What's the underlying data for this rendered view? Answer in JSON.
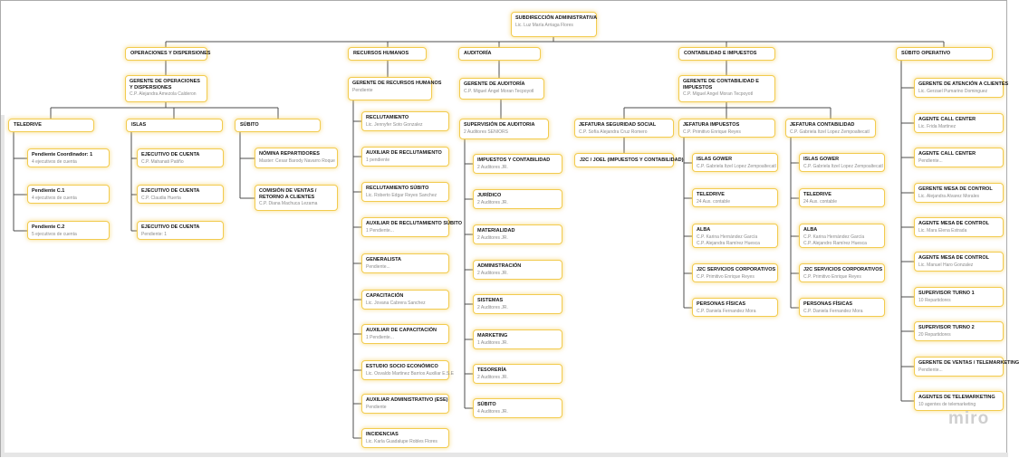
{
  "board": {
    "watermark": "miro"
  },
  "colors": {
    "node_border": "#f2cb4e",
    "node_glow": "rgba(245,210,100,0.55)",
    "connector": "#4c4c4c",
    "watermark": "#cfcfcf",
    "canvas_bg": "#ffffff"
  },
  "nodes": [
    {
      "id": "root",
      "title": "SUBDIRECCIÓN ADMINISTRATIVA",
      "subtitle": "Lic. Luz María Arriaga Flores"
    },
    {
      "id": "h-operaciones",
      "title": "OPERACIONES Y DISPERSIONES"
    },
    {
      "id": "ger-operaciones",
      "title": "GERENTE DE OPERACIONES Y DISPERSIONES",
      "subtitle": "C.P. Alejandra Amezola Calderon"
    },
    {
      "id": "h-teledrive",
      "title": "TELEDRIVE"
    },
    {
      "id": "teledrive-pendiente-coordinador",
      "title": "Pendiente Coordinador: 1",
      "subtitle": "4 ejecutivos de cuenta"
    },
    {
      "id": "teledrive-pendiente-c1",
      "title": "Pendiente C.1",
      "subtitle": "4 ejecutivos de cuenta"
    },
    {
      "id": "teledrive-pendiente-c2",
      "title": "Pendiente C.2",
      "subtitle": "5 ejecutivos de cuenta"
    },
    {
      "id": "h-islas",
      "title": "ISLAS"
    },
    {
      "id": "islas-ejecutivo-1",
      "title": "EJECUTIVO DE CUENTA",
      "subtitle": "C.P. Mahanati Patiño"
    },
    {
      "id": "islas-ejecutivo-2",
      "title": "EJECUTIVO DE CUENTA",
      "subtitle": "C.P. Claudia Huerta"
    },
    {
      "id": "islas-ejecutivo-3",
      "title": "EJECUTIVO DE CUENTA",
      "subtitle": "Pendiente: 1"
    },
    {
      "id": "h-subito",
      "title": "SÚBITO"
    },
    {
      "id": "subito-nomina",
      "title": "NÓMINA REPARTIDORES",
      "subtitle": "Master: Cesar Barody Navarro Roque"
    },
    {
      "id": "subito-comision",
      "title": "COMISIÓN DE VENTAS / RETORNO A CLIENTES",
      "subtitle": "C.P. Diana Machuca Lezama"
    },
    {
      "id": "h-rh",
      "title": "RECURSOS HUMANOS"
    },
    {
      "id": "ger-rh",
      "title": "GERENTE DE RECURSOS HUMANOS",
      "subtitle": "Pendiente"
    },
    {
      "id": "rh-reclutamiento",
      "title": "RECLUTAMIENTO",
      "subtitle": "Lic. Jennyfer Soto Gonzalez"
    },
    {
      "id": "rh-aux-reclutamiento",
      "title": "AUXILIAR DE RECLUTAMIENTO",
      "subtitle": "1 pendiente"
    },
    {
      "id": "rh-reclutamiento-subito",
      "title": "RECLUTAMIENTO SÚBITO",
      "subtitle": "Lic. Roberto Edgar Reyes Sanchez"
    },
    {
      "id": "rh-aux-reclutamiento-subito",
      "title": "AUXILIAR DE RECLUTAMIENTO SÚBITO",
      "subtitle": "1 Pendiente..."
    },
    {
      "id": "rh-generalista",
      "title": "GENERALISTA",
      "subtitle": "Pendiente..."
    },
    {
      "id": "rh-capacitacion",
      "title": "CAPACITACIÓN",
      "subtitle": "Lic. Jovana Cabrera Sanchez"
    },
    {
      "id": "rh-aux-capacitacion",
      "title": "AUXILIAR DE CAPACITACIÓN",
      "subtitle": "1 Pendiente..."
    },
    {
      "id": "rh-estudio-socioeconomico",
      "title": "ESTUDIO SOCIO ECONÓMICO",
      "subtitle": "Lic. Osvaldo Martinez Barrios Auxiliar E.S.E"
    },
    {
      "id": "rh-aux-administrativo",
      "title": "AUXILIAR ADMINISTRATIVO (ESE)",
      "subtitle": "Pendiente"
    },
    {
      "id": "rh-incidencias",
      "title": "INCIDENCIAS",
      "subtitle": "Lic. Karla Guadalupe Robles Flores"
    },
    {
      "id": "h-auditoria",
      "title": "AUDITORÍA"
    },
    {
      "id": "ger-auditoria",
      "title": "GERENTE DE AUDITORÍA",
      "subtitle": "C.P. Miguel Ángel Moran Tecpoyotl"
    },
    {
      "id": "supervision-auditoria",
      "title": "SUPERVISIÓN DE AUDITORIA",
      "subtitle": "2 Auditores SENIORS"
    },
    {
      "id": "aud-impuestos-contabilidad",
      "title": "IMPUESTOS Y CONTABILIDAD",
      "subtitle": "2 Auditores JR."
    },
    {
      "id": "aud-juridico",
      "title": "JURÍDICO",
      "subtitle": "2 Auditores JR."
    },
    {
      "id": "aud-materialidad",
      "title": "MATERIALIDAD",
      "subtitle": "2 Auditores JR."
    },
    {
      "id": "aud-administracion",
      "title": "ADMINISTRACIÓN",
      "subtitle": "2 Auditores JR."
    },
    {
      "id": "aud-sistemas",
      "title": "SISTEMAS",
      "subtitle": "2 Auditores JR."
    },
    {
      "id": "aud-marketing",
      "title": "MARKETING",
      "subtitle": "1 Auditores JR."
    },
    {
      "id": "aud-tesoreria",
      "title": "TESORERÍA",
      "subtitle": "2 Auditores JR."
    },
    {
      "id": "aud-subito",
      "title": "SÚBITO",
      "subtitle": "4 Auditores JR."
    },
    {
      "id": "h-contabilidad",
      "title": "CONTABILIDAD E IMPUESTOS"
    },
    {
      "id": "ger-contabilidad",
      "title": "GERENTE DE CONTABILIDAD E IMPUESTOS",
      "subtitle": "C.P. Miguel Angel Moran Tecpoyotl"
    },
    {
      "id": "jef-seguridad-social",
      "title": "JEFATURA SEGURIDAD SOCIAL",
      "subtitle": "C.P. Sofía Alejandra Cruz Romero"
    },
    {
      "id": "j2c-joel",
      "title": "J2C / JOEL (IMPUESTOS Y CONTABILIDAD)"
    },
    {
      "id": "jef-impuestos",
      "title": "JEFATURA IMPUESTOS",
      "subtitle": "C.P. Primitivo Enrique Reyes"
    },
    {
      "id": "imp-islas-gower",
      "title": "ISLAS GOWER",
      "subtitle": "C.P. Gabriela Itzel Lopez Zempoaltecatl"
    },
    {
      "id": "imp-teledrive",
      "title": "TELEDRIVE",
      "subtitle": "24 Aux. contable"
    },
    {
      "id": "imp-alba",
      "title": "ALBA",
      "subtitle": "C.P. Karina Hernández García",
      "subtitle2": "C.P. Alejandra Ramírez Huesca"
    },
    {
      "id": "imp-j2c-corporativos",
      "title": "J2C SERVICIOS CORPORATIVOS",
      "subtitle": "C.P. Primitivo Enrique Reyes"
    },
    {
      "id": "imp-personas-fisicas",
      "title": "PERSONAS FÍSICAS",
      "subtitle": "C.P. Daniela Fernandez Mora"
    },
    {
      "id": "jef-contabilidad",
      "title": "JEFATURA CONTABILIDAD",
      "subtitle": "C.P. Gabriela Itzel Lopez Zempoaltecatl"
    },
    {
      "id": "cont-islas-gower",
      "title": "ISLAS GOWER",
      "subtitle": "C.P. Gabriela Itzel Lopez Zempoaltecatl"
    },
    {
      "id": "cont-teledrive",
      "title": "TELEDRIVE",
      "subtitle": "24 Aux. contable"
    },
    {
      "id": "cont-alba",
      "title": "ALBA",
      "subtitle": "C.P. Karina Hernández García",
      "subtitle2": "C.P. Alejandro Ramírez Huesca"
    },
    {
      "id": "cont-j2c-corporativos",
      "title": "J2C SERVICIOS CORPORATIVOS",
      "subtitle": "C.P. Primitivo Enrique Reyes"
    },
    {
      "id": "cont-personas-fisicas",
      "title": "PERSONAS FÍSICAS",
      "subtitle": "C.P. Daniela Fernandez Mora"
    },
    {
      "id": "h-subito-operativo",
      "title": "SÚBITO OPERATIVO"
    },
    {
      "id": "so-gerente-atencion",
      "title": "GERENTE DE ATENCIÓN A CLIENTES",
      "subtitle": "Lic. Gerzael Pumarino Dominguez"
    },
    {
      "id": "so-agente-cc-1",
      "title": "AGENTE CALL CENTER",
      "subtitle": "Lic. Frida Martinez"
    },
    {
      "id": "so-agente-cc-2",
      "title": "AGENTE CALL CENTER",
      "subtitle": "Pendiente..."
    },
    {
      "id": "so-gerente-mesa",
      "title": "GERENTE MESA DE CONTROL",
      "subtitle": "Lic. Alejandra Alvarez Morales"
    },
    {
      "id": "so-agente-mesa-1",
      "title": "AGENTE MESA DE CONTROL",
      "subtitle": "Lic. Mara Elena Estrada"
    },
    {
      "id": "so-agente-mesa-2",
      "title": "AGENTE MESA DE CONTROL",
      "subtitle": "Lic. Manuel Haro Gonzalez"
    },
    {
      "id": "so-supervisor-t1",
      "title": "SUPERVISOR TURNO 1",
      "subtitle": "10 Repartidores"
    },
    {
      "id": "so-supervisor-t2",
      "title": "SUPERVISOR TURNO 2",
      "subtitle": "20 Repartidores"
    },
    {
      "id": "so-gerente-ventas",
      "title": "GERENTE DE VENTAS / TELEMARKETING",
      "subtitle": "Pendiente..."
    },
    {
      "id": "so-agentes-telemarketing",
      "title": "AGENTES DE TELEMARKETING",
      "subtitle": "10 agentes de telemarketing"
    }
  ]
}
